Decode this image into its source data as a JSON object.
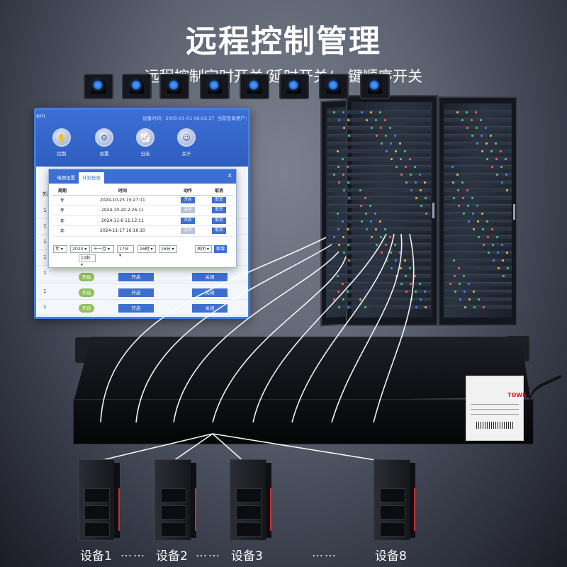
{
  "header": {
    "title": "远程控制管理",
    "subtitle": "远程控制定时开关/延时开关/一键顺序开关"
  },
  "app": {
    "brand_fragment": "em",
    "device_time": "设备时间：2005-01-01 06:02:37",
    "login_user": "当前登录用户：adm",
    "nav": [
      {
        "label": "控制",
        "icon": "hand-icon"
      },
      {
        "label": "设置",
        "icon": "gear-icon"
      },
      {
        "label": "日志",
        "icon": "chart-icon"
      },
      {
        "label": "关于",
        "icon": "user-icon"
      }
    ],
    "column_fragment": "关闭",
    "rows": [
      {
        "index": "1",
        "status": "",
        "on": "",
        "off": ""
      },
      {
        "index": "1",
        "status": "",
        "on": "",
        "off": ""
      },
      {
        "index": "1",
        "status": "",
        "on": "",
        "off": ""
      },
      {
        "index": "1",
        "status": "",
        "on": "",
        "off": ""
      },
      {
        "index": "1",
        "status": "",
        "on": "",
        "off": ""
      },
      {
        "index": "1",
        "status": "开启",
        "on": "开启",
        "off": "关闭"
      },
      {
        "index": "1",
        "status": "开启",
        "on": "开启",
        "off": "关闭"
      },
      {
        "index": "1",
        "status": "开启",
        "on": "开启",
        "off": "关闭"
      }
    ]
  },
  "dialog": {
    "tabs": [
      "电源设置",
      "计划任务"
    ],
    "active_tab": "计划任务",
    "close": "x",
    "columns": [
      "周期",
      "时间",
      "动作",
      "取消"
    ],
    "tasks": [
      {
        "period": "年",
        "time": "2024-10-23 15:27:11",
        "action": "开启",
        "cancel": "取消",
        "action_enabled": true
      },
      {
        "period": "年",
        "time": "2024-10-20 2:26:11",
        "action": "关闭",
        "cancel": "取消",
        "action_enabled": false
      },
      {
        "period": "年",
        "time": "2024-11-6 11:12:11",
        "action": "开启",
        "cancel": "取消",
        "action_enabled": true
      },
      {
        "period": "年",
        "time": "2024-11-17 16:16:10",
        "action": "关闭",
        "cancel": "取消",
        "action_enabled": false
      }
    ],
    "selects": {
      "period": "年",
      "year": "2024",
      "month": "十一月",
      "day": "17日",
      "hour": "16时",
      "minute": "16分",
      "second": "10秒",
      "action": "关闭"
    },
    "add_label": "新增"
  },
  "pdu": {
    "outlet_count": 8,
    "brand": "TOWE",
    "accent": "#2f7dff"
  },
  "devices": {
    "labels": [
      "设备1",
      "设备2",
      "设备3",
      "设备8"
    ],
    "ellipsis": "……"
  }
}
